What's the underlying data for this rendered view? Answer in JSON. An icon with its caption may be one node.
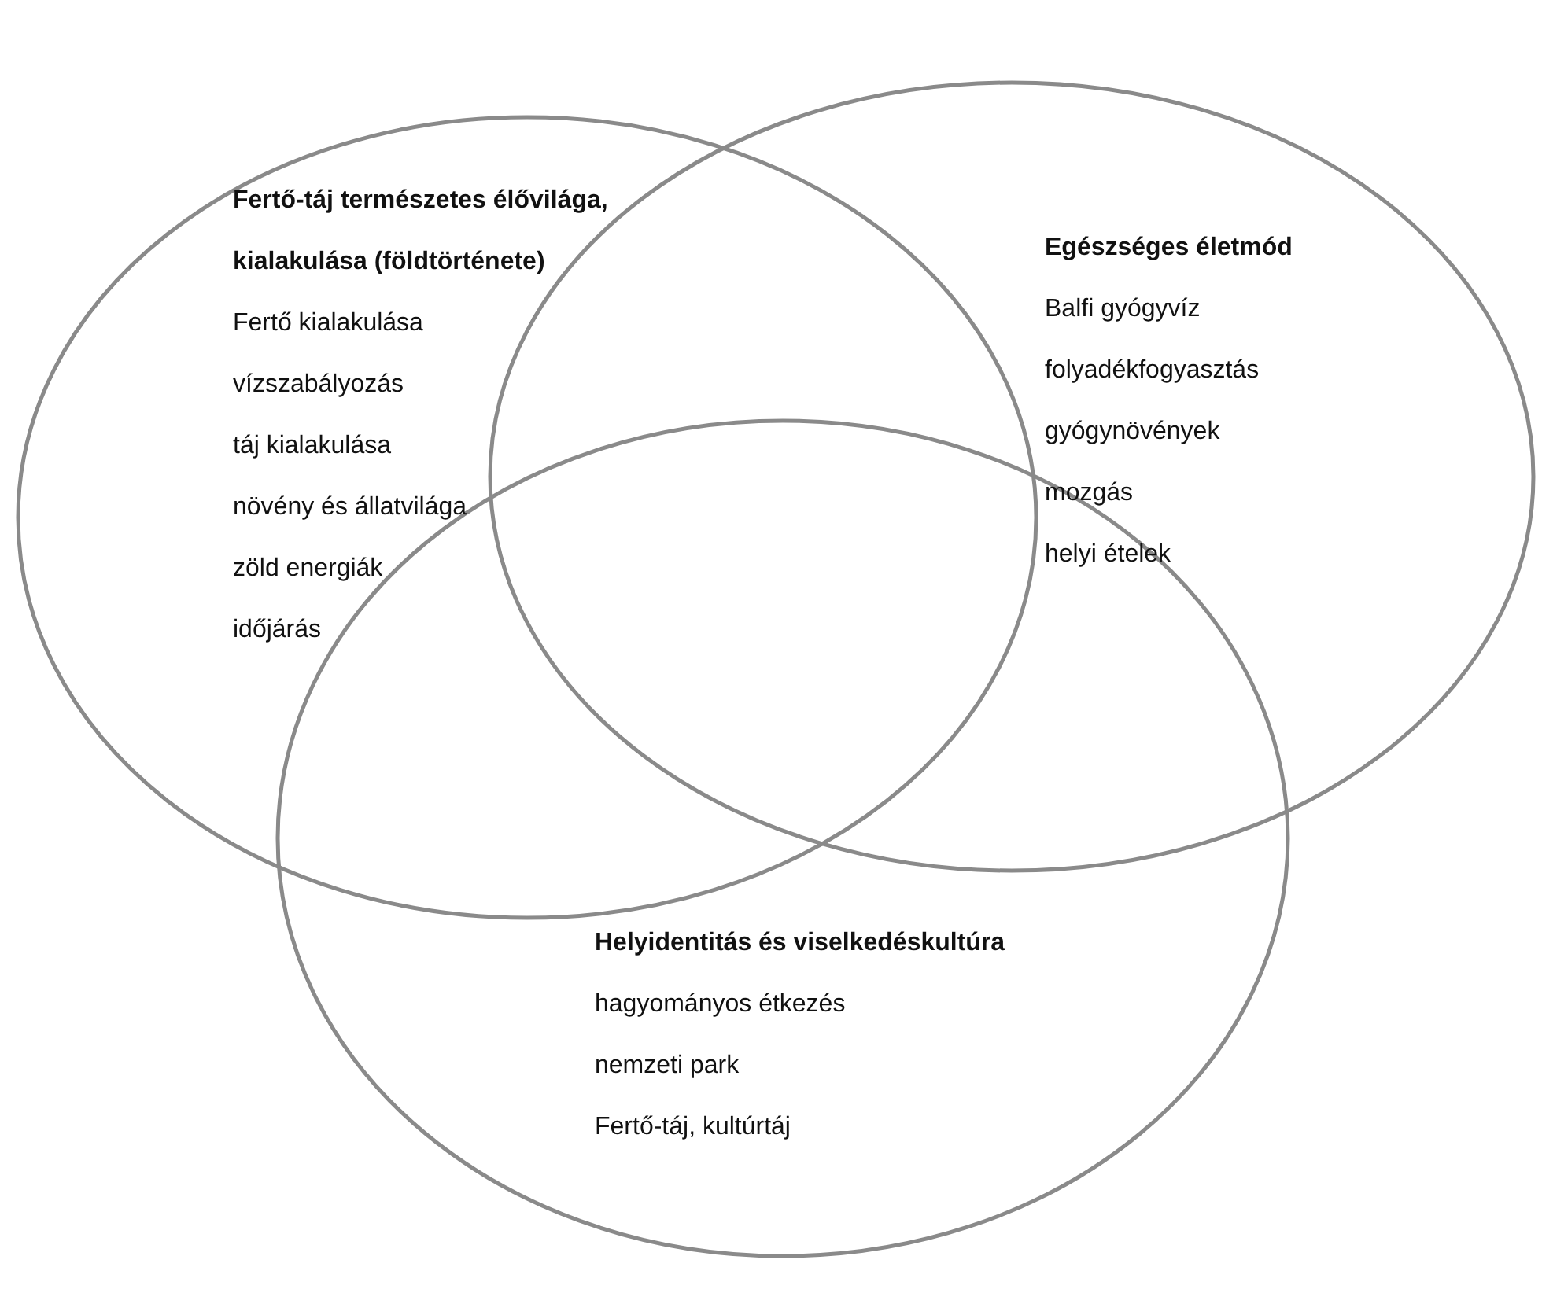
{
  "diagram": {
    "nodes": [
      {
        "text": [
          "Fertő-táj természetes élővilága, kialakulása (földtörténete)",
          "Fertő kialakulása",
          "vízszabályozás",
          "táj kialakulása",
          "növény és állatvilága",
          "zöld energiák",
          "időjárás"
        ]
      },
      {
        "text": [
          "Egészséges életmód",
          "Balfi gyógyvíz",
          "folyadékfogyasztás",
          "gyógynövények",
          "mozgás",
          "helyi ételek"
        ]
      },
      {
        "text": [
          "Helyidentitás és viselkedéskultúra",
          "hagyományos étkezés",
          "nemzeti park",
          "Fertő-táj, kultúrtáj"
        ]
      }
    ]
  }
}
